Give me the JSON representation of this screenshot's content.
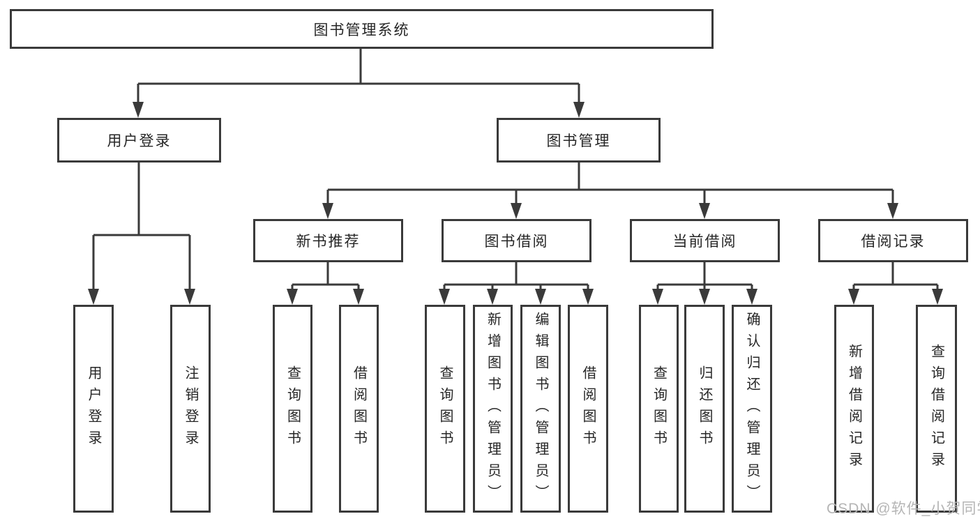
{
  "diagram": {
    "title": "图书管理系统",
    "level1": {
      "user_login": "用户登录",
      "book_management": "图书管理"
    },
    "level2": {
      "new_book_recommend": "新书推荐",
      "book_borrow": "图书借阅",
      "current_borrow": "当前借阅",
      "borrow_record": "借阅记录"
    },
    "leaves": {
      "user_login": [
        "用户登录",
        "注销登录"
      ],
      "new_book_recommend": [
        "查询图书",
        "借阅图书"
      ],
      "book_borrow": [
        "查询图书",
        "新增图书（管理员）",
        "编辑图书（管理员）",
        "借阅图书"
      ],
      "current_borrow": [
        "查询图书",
        "归还图书",
        "确认归还（管理员）"
      ],
      "borrow_record": [
        "新增借阅记录",
        "查询借阅记录"
      ]
    }
  },
  "watermark": {
    "text": "CSDN @软件_小贺同学",
    "color": "#b5b5b5"
  },
  "colors": {
    "line": "#3a3a3a",
    "text": "#262626",
    "background": "#ffffff"
  }
}
